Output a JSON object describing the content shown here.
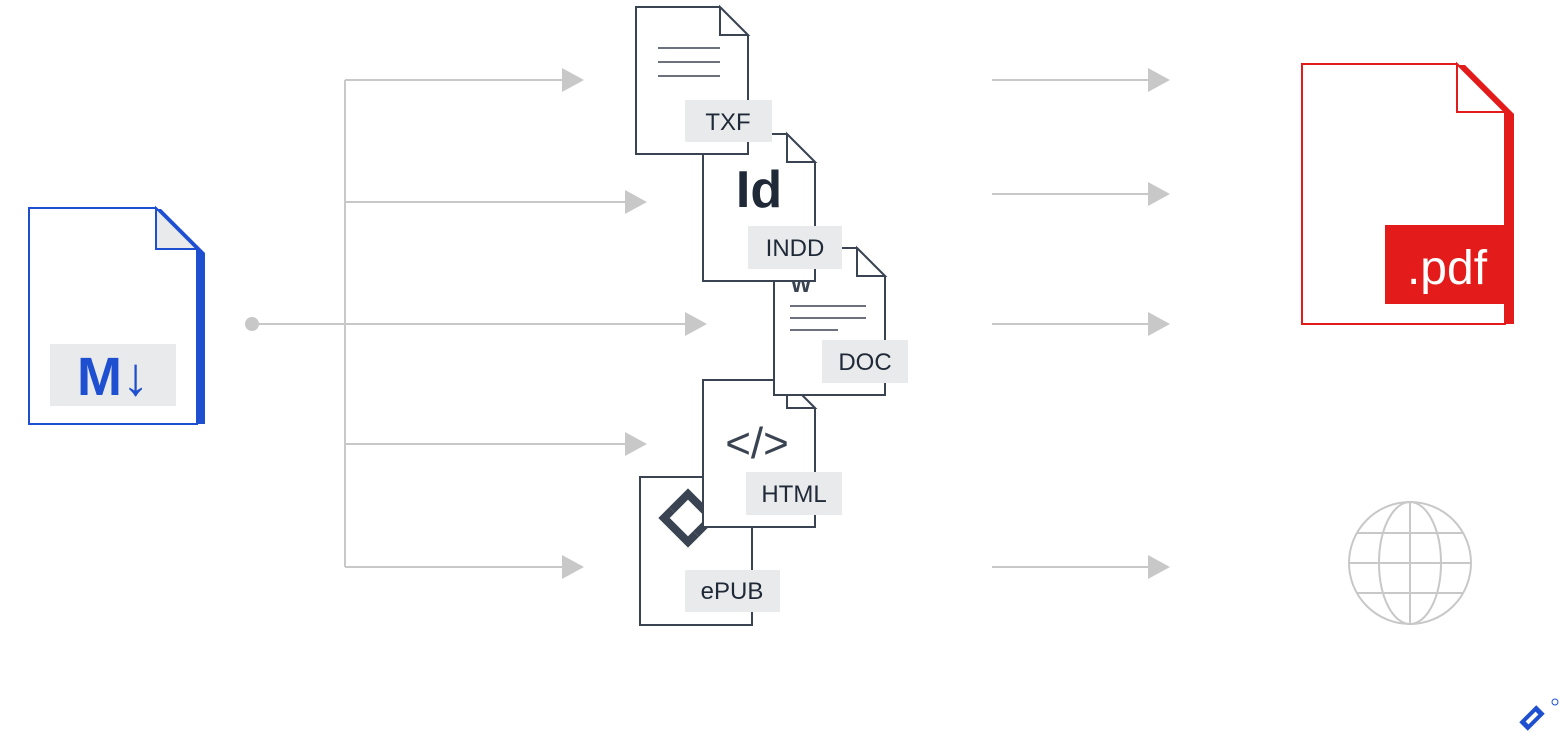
{
  "source": {
    "badge": "M↓",
    "color": "#1f4fd1"
  },
  "formats": {
    "txf": "TXF",
    "indd_glyph": "Id",
    "indd": "INDD",
    "doc_glyph": "W",
    "doc": "DOC",
    "html_glyph": "</>",
    "html": "HTML",
    "epub": "ePUB"
  },
  "outputs": {
    "pdf": ".pdf",
    "pdf_color": "#e31b1b",
    "web": "globe-icon"
  },
  "colors": {
    "connector": "#c8c8c8",
    "outline": "#3a4352",
    "label_bg": "#e9eaec",
    "toptal": "#1f4fd1"
  }
}
